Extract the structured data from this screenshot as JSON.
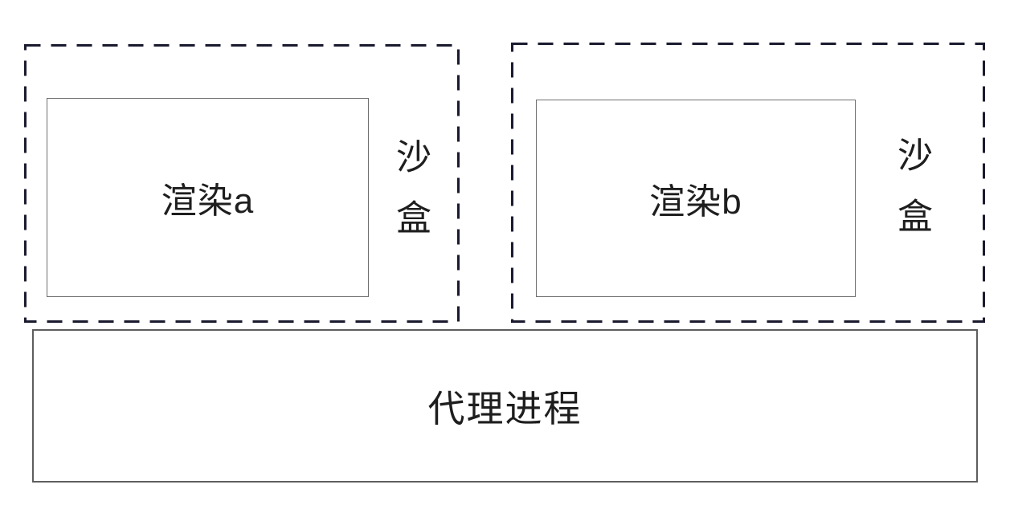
{
  "diagram": {
    "sandboxes": [
      {
        "label": "沙盒",
        "renderer_label": "渲染a"
      },
      {
        "label": "沙盒",
        "renderer_label": "渲染b"
      }
    ],
    "proxy_label": "代理进程"
  },
  "colors": {
    "dashed_border": "#1a1a2f",
    "renderer_border": "#6f6f6f",
    "proxy_border": "#5e5e5e",
    "text": "#1e1e1e",
    "background": "#ffffff"
  }
}
